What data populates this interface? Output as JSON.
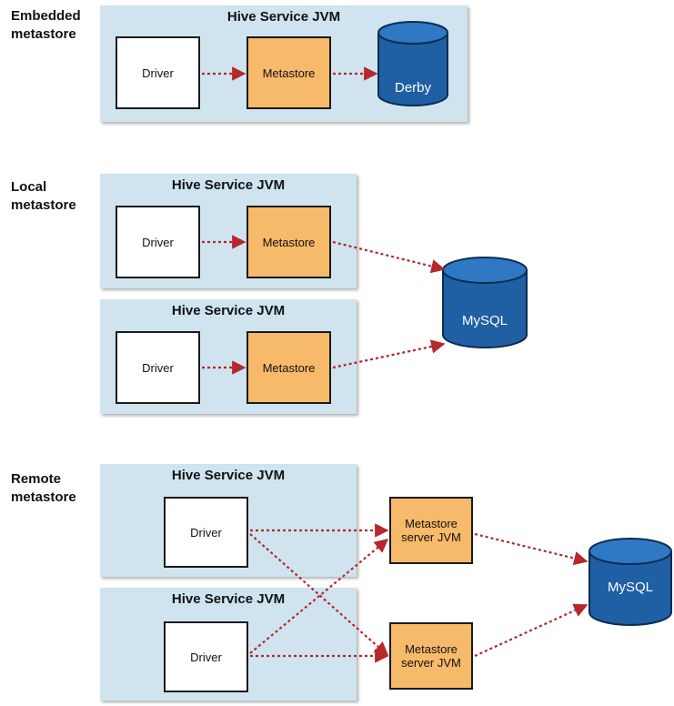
{
  "sections": {
    "embedded": {
      "label_line1": "Embedded",
      "label_line2": "metastore",
      "jvm_title": "Hive Service JVM",
      "driver": "Driver",
      "metastore": "Metastore",
      "db": "Derby"
    },
    "local": {
      "label_line1": "Local",
      "label_line2": "metastore",
      "jvm1_title": "Hive Service JVM",
      "jvm1_driver": "Driver",
      "jvm1_metastore": "Metastore",
      "jvm2_title": "Hive Service JVM",
      "jvm2_driver": "Driver",
      "jvm2_metastore": "Metastore",
      "db": "MySQL"
    },
    "remote": {
      "label_line1": "Remote",
      "label_line2": "metastore",
      "jvm1_title": "Hive Service JVM",
      "jvm1_driver": "Driver",
      "jvm2_title": "Hive Service JVM",
      "jvm2_driver": "Driver",
      "server1_line1": "Metastore",
      "server1_line2": "server JVM",
      "server2_line1": "Metastore",
      "server2_line2": "server JVM",
      "db": "MySQL"
    }
  },
  "colors": {
    "jvm_background": "#cfe4ef",
    "metastore_fill": "#f7b96a",
    "database_fill": "#1f5fa3",
    "arrow": "#b5282b"
  }
}
